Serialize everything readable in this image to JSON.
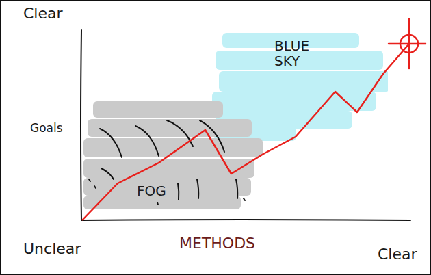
{
  "diagram": {
    "nodes": [
      {
        "text": [
          "BLUE SKY"
        ]
      },
      {
        "text": [
          "FOG"
        ]
      }
    ],
    "labels": [
      "Clear",
      "Goals",
      "Unclear",
      "METHODS",
      "Clear"
    ]
  }
}
